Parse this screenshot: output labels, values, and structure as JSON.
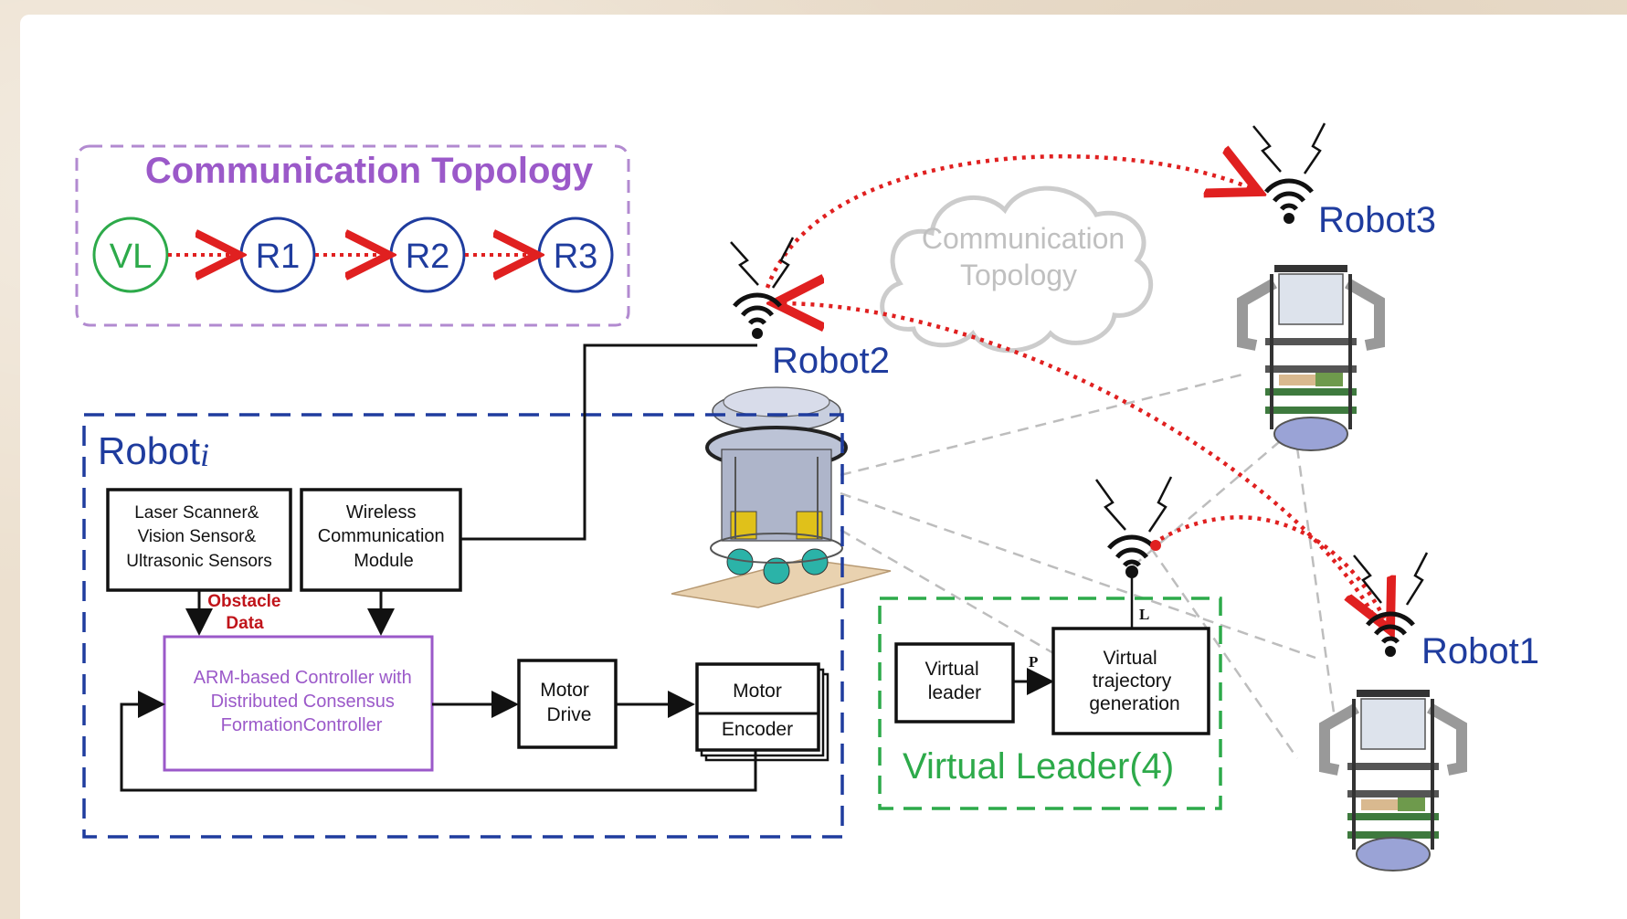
{
  "colors": {
    "purple": "#9b59c9",
    "blue": "#1f3c9e",
    "green": "#2daa4a",
    "red": "#e02020",
    "obstacle_red": "#c0141a",
    "gray": "#b8b8b8",
    "black": "#111111"
  },
  "topology_box": {
    "title": "Communication Topology",
    "nodes": [
      "VL",
      "R1",
      "R2",
      "R3"
    ]
  },
  "cloud": {
    "line1": "Communication",
    "line2": "Topology"
  },
  "robots": {
    "robot1": "Robot1",
    "robot2": "Robot2",
    "robot3": "Robot3"
  },
  "robot_i": {
    "title_main": "Robot",
    "title_sub": "i",
    "sensor_block": [
      "Laser Scanner&",
      "Vision Sensor&",
      "Ultrasonic Sensors"
    ],
    "wireless_block": [
      "Wireless",
      "Communication",
      "Module"
    ],
    "obstacle_label": [
      "Obstacle",
      "Data"
    ],
    "controller_block": [
      "ARM-based Controller with",
      "Distributed Consensus",
      "FormationController"
    ],
    "motor_drive_block": [
      "Motor",
      "Drive"
    ],
    "motor_label": "Motor",
    "encoder_label": "Encoder"
  },
  "virtual_leader_box": {
    "title": "Virtual Leader(4)",
    "leader_block": [
      "Virtual",
      "leader"
    ],
    "trajectory_block": [
      "Virtual",
      "trajectory",
      "generation"
    ],
    "p_label": "P",
    "l_label": "L"
  },
  "icons": [
    "wifi-icon",
    "lightning-icon",
    "robot-image"
  ]
}
